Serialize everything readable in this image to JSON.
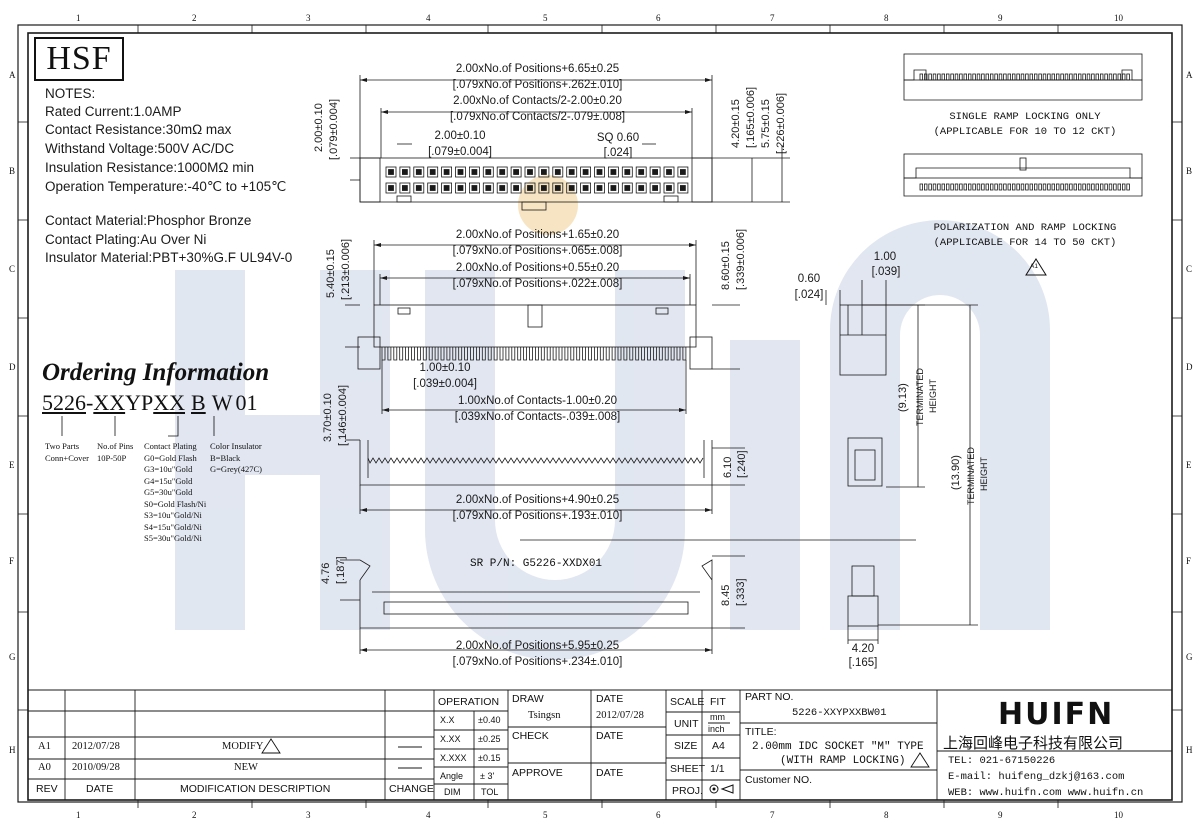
{
  "border": {
    "columns": [
      "1",
      "2",
      "3",
      "4",
      "5",
      "6",
      "7",
      "8",
      "9",
      "10"
    ],
    "rows": [
      "A",
      "B",
      "C",
      "D",
      "E",
      "F",
      "G",
      "H"
    ]
  },
  "logo_text": "HSF",
  "watermark_text": "HUIFN",
  "notes": {
    "title": "NOTES:",
    "lines": [
      "Rated Current:1.0AMP",
      "Contact Resistance:30mΩ max",
      "Withstand Voltage:500V AC/DC",
      "Insulation Resistance:1000MΩ min",
      "Operation Temperature:-40℃ to +105℃"
    ],
    "material_lines": [
      "Contact Material:Phosphor Bronze",
      "Contact Plating:Au Over Ni",
      "Insulator Material:PBT+30%G.F UL94V-0"
    ]
  },
  "ordering": {
    "title": "Ordering Information",
    "code_parts": [
      "5226",
      "-",
      "XX",
      "YP",
      "XX",
      "B",
      "W",
      "01"
    ],
    "groups": [
      {
        "title": "Two Parts",
        "lines": [
          "Conn+Cover"
        ]
      },
      {
        "title": "No.of Pins",
        "lines": [
          "10P-50P"
        ]
      },
      {
        "title": "Contact Plating",
        "lines": [
          "G0=Gold Flash",
          "G3=10u\"Gold",
          "G4=15u\"Gold",
          "G5=30u\"Gold",
          "S0=Gold Flash/Ni",
          "S3=10u\"Gold/Ni",
          "S4=15u\"Gold/Ni",
          "S5=30u\"Gold/Ni"
        ]
      },
      {
        "title": "Color Insulator",
        "lines": [
          "B=Black",
          "G=Grey(427C)"
        ]
      }
    ]
  },
  "dims": {
    "top1": "2.00xNo.of Positions+6.65±0.25",
    "top1_in": "[.079xNo.of Positions+.262±.010]",
    "top2": "2.00xNo.of Contacts/2-2.00±0.20",
    "top2_in": "[.079xNo.of Contacts/2-.079±.008]",
    "pitch": "2.00±0.10",
    "pitch_in": "[.079±0.004]",
    "sq": "SQ 0.60",
    "sq_in": "[.024]",
    "left_h": "2.00±0.10",
    "left_h_in": "[.079±0.004]",
    "right_h1": "4.20±0.15",
    "right_h1_in": "[.165±0.006]",
    "right_h2": "5.75±0.15",
    "right_h2_in": "[.226±0.006]",
    "mid1": "2.00xNo.of Positions+1.65±0.20",
    "mid1_in": "[.079xNo.of Positions+.065±.008]",
    "mid2": "2.00xNo.of Positions+0.55±0.20",
    "mid2_in": "[.079xNo.of Positions+.022±.008]",
    "mid_left": "5.40±0.15",
    "mid_left_in": "[.213±0.006]",
    "mid_right": "8.60±0.15",
    "mid_right_in": "[.339±0.006]",
    "pitch2": "1.00±0.10",
    "pitch2_in": "[.039±0.004]",
    "contacts": "1.00xNo.of Contacts-1.00±0.20",
    "contacts_in": "[.039xNo.of Contacts-.039±.008]",
    "cover_left": "3.70±0.10",
    "cover_left_in": "[.146±0.004]",
    "cover_right": "6.10",
    "cover_right_in": "[.240]",
    "cover_w": "2.00xNo.of Positions+4.90±0.25",
    "cover_w_in": "[.079xNo.of Positions+.193±.010]",
    "sr_pn": "SR P/N:  G5226-XXDX01",
    "bot_left": "4.76",
    "bot_left_in": "[.187]",
    "bot_right": "8.45",
    "bot_right_in": "[.333]",
    "bot_w": "2.00xNo.of Positions+5.95±0.25",
    "bot_w_in": "[.079xNo.of Positions+.234±.010]",
    "side_060": "0.60",
    "side_060_in": "[.024]",
    "side_100": "1.00",
    "side_100_in": "[.039]",
    "side_913": "(9.13)",
    "side_1390": "(13.90)",
    "terminated": "TERMINATED",
    "height": "HEIGHT",
    "side_420": "4.20",
    "side_420_in": "[.165]"
  },
  "captions": {
    "single1": "SINGLE RAMP LOCKING ONLY",
    "single2": "(APPLICABLE FOR 10 TO 12 CKT)",
    "polar1": "POLARIZATION AND RAMP LOCKING",
    "polar2": "(APPLICABLE FOR 14 TO 50 CKT)",
    "rev_mark": "A1"
  },
  "title_block": {
    "revisions": [
      {
        "rev": "A1",
        "date": "2012/07/28",
        "desc": "MODIFY"
      },
      {
        "rev": "A0",
        "date": "2010/09/28",
        "desc": "NEW"
      }
    ],
    "headers": {
      "rev": "REV",
      "date": "DATE",
      "desc": "MODIFICATION  DESCRIPTION",
      "change": "CHANGE"
    },
    "operation": "OPERATION",
    "tolerances": [
      {
        "label": "X.X",
        "value": "±0.40"
      },
      {
        "label": "X.XX",
        "value": "±0.25"
      },
      {
        "label": "X.XXX",
        "value": "±0.15"
      },
      {
        "label": "Angle",
        "value": "± 3'"
      }
    ],
    "dim": "DIM",
    "tol": "TOL",
    "draw": "DRAW",
    "drawer": "Tsingsn",
    "check": "CHECK",
    "approve": "APPROVE",
    "date_label": "DATE",
    "draw_date": "2012/07/28",
    "scale": "SCALE",
    "scale_val": "FIT",
    "unit": "UNIT",
    "unit_mm": "mm",
    "unit_inch": "inch",
    "size": "SIZE",
    "size_val": "A4",
    "sheet": "SHEET",
    "sheet_val": "1/1",
    "proj": "PROJ.",
    "part_no_label": "PART NO.",
    "part_no": "5226-XXYPXXBW01",
    "title_label": "TITLE:",
    "title_line1": "2.00mm IDC SOCKET \"M\" TYPE",
    "title_line2": "(WITH RAMP LOCKING)",
    "customer_no": "Customer NO.",
    "company_logo": "HUIFN",
    "company_cn": "上海回峰电子科技有限公司",
    "tel": "TEL: 021-67150226",
    "email": "E-mail: huifeng_dzkj@163.com",
    "web": "WEB: www.huifn.com  www.huifn.cn"
  },
  "colors": {
    "watermark": "#c9d3e6",
    "watermark_dot": "#f3d9a8",
    "line": "#1a1a1a"
  }
}
